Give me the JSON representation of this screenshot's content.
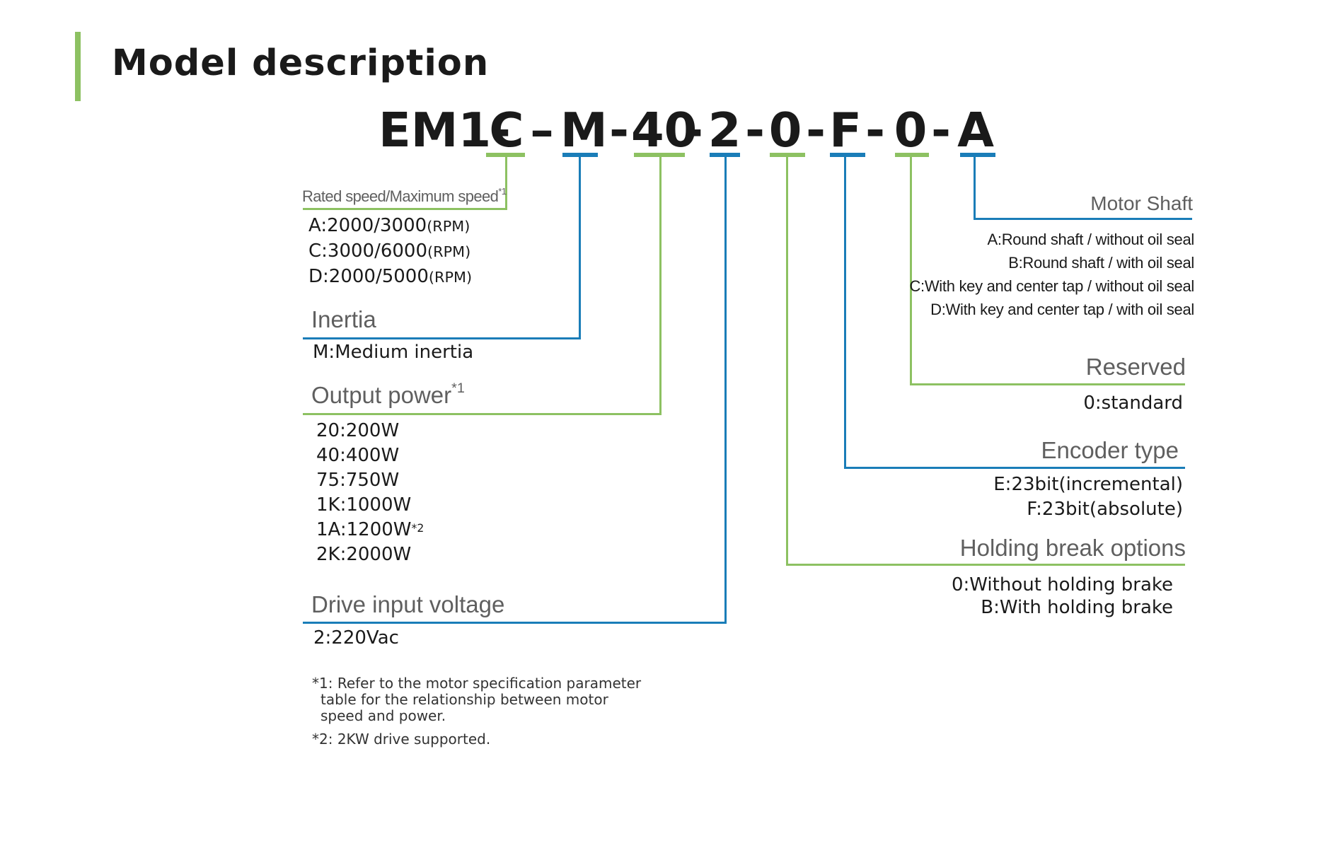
{
  "title": "Model description",
  "colors": {
    "green": "#8dc162",
    "blue": "#1a7db8"
  },
  "model_code": {
    "prefix": "EM1-",
    "segments": [
      "C",
      "M",
      "40",
      "2",
      "0",
      "F",
      "0",
      "A"
    ],
    "separators": [
      "–",
      "-",
      "-",
      "-",
      "-",
      "-",
      "-"
    ]
  },
  "groups": {
    "rated_speed": {
      "label": "Rated speed/Maximum speed",
      "label_note": "*1",
      "items": [
        {
          "value": "A:2000/3000",
          "unit": "(RPM)"
        },
        {
          "value": "C:3000/6000",
          "unit": "(RPM)"
        },
        {
          "value": "D:2000/5000",
          "unit": "(RPM)"
        }
      ]
    },
    "inertia": {
      "label": "Inertia",
      "items": [
        "M:Medium inertia"
      ]
    },
    "output_power": {
      "label": "Output power",
      "label_note": "*1",
      "items": [
        {
          "value": "20:200W",
          "note": ""
        },
        {
          "value": "40:400W",
          "note": ""
        },
        {
          "value": "75:750W",
          "note": ""
        },
        {
          "value": "1K:1000W",
          "note": ""
        },
        {
          "value": "1A:1200W",
          "note": "*2"
        },
        {
          "value": "2K:2000W",
          "note": ""
        }
      ]
    },
    "drive_voltage": {
      "label": "Drive input voltage",
      "items": [
        "2:220Vac"
      ]
    },
    "motor_shaft": {
      "label": "Motor Shaft",
      "items": [
        "A:Round shaft / without oil seal",
        "B:Round shaft / with oil seal",
        "C:With key and center tap / without oil seal",
        "D:With key and center tap / with oil seal"
      ]
    },
    "reserved": {
      "label": "Reserved",
      "items": [
        "0:standard"
      ]
    },
    "encoder_type": {
      "label": "Encoder type",
      "items": [
        "E:23bit(incremental)",
        "F:23bit(absolute)"
      ]
    },
    "holding_brake": {
      "label": "Holding break options",
      "items": [
        "0:Without holding brake",
        "B:With holding brake"
      ]
    }
  },
  "footnotes": {
    "note1": [
      "*1: Refer to the motor specification parameter",
      "table for the relationship between motor",
      "speed and power."
    ],
    "note2": "*2: 2KW drive supported."
  }
}
